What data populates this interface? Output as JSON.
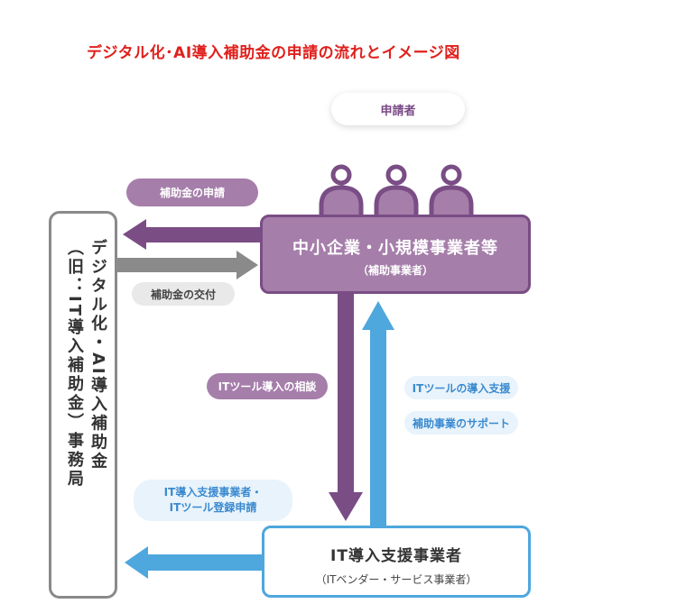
{
  "title": "デジタル化･AI導入補助金の申請の流れとイメージ図",
  "applicant": {
    "label": "申請者"
  },
  "sme": {
    "name": "中小企業・小規模事業者等",
    "subname": "（補助事業者）"
  },
  "office": {
    "line1": "デジタル化・AI導入補助金",
    "line2": "（旧：IT導入補助金）事務局"
  },
  "it_vendor": {
    "name": "IT導入支援事業者",
    "subname": "（ITベンダー・サービス事業者）"
  },
  "flows": {
    "apply": "補助金の申請",
    "grant": "補助金の交付",
    "consult": "ITツール導入の相談",
    "support1": "ITツールの導入支援",
    "support2": "補助事業のサポート",
    "register_line1": "IT導入支援事業者・",
    "register_line2": "ITツール登録申請"
  },
  "colors": {
    "title": "#e0201c",
    "purple": "#a57eaa",
    "purple_dark": "#7a4d85",
    "gray": "#8a8a8a",
    "blue": "#4ea7dd"
  },
  "icons": [
    "person-icon",
    "person-icon",
    "person-icon"
  ]
}
